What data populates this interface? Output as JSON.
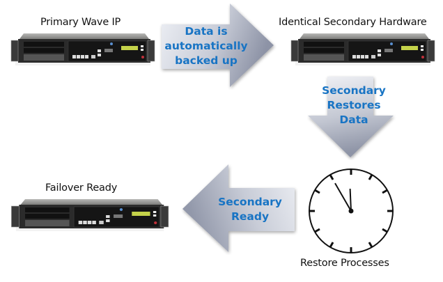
{
  "diagram": {
    "title": "Wave IP failover backup process",
    "nodes": [
      {
        "id": "primary",
        "label": "Primary Wave IP",
        "icon": "rack-server-icon"
      },
      {
        "id": "secondary",
        "label": "Identical Secondary Hardware",
        "icon": "rack-server-icon"
      },
      {
        "id": "restore",
        "label": "Restore Processes",
        "icon": "clock-icon"
      },
      {
        "id": "failover",
        "label": "Failover Ready",
        "icon": "rack-server-icon"
      }
    ],
    "edges": [
      {
        "from": "primary",
        "to": "secondary",
        "direction": "right",
        "label_lines": [
          "Data is",
          "automatically",
          "backed up"
        ]
      },
      {
        "from": "secondary",
        "to": "restore",
        "direction": "down",
        "label_lines": [
          "Secondary",
          "Restores",
          "Data"
        ]
      },
      {
        "from": "restore",
        "to": "failover",
        "direction": "left",
        "label_lines": [
          "Secondary",
          "Ready"
        ]
      }
    ],
    "clock": {
      "hour": 11,
      "minute": 55
    },
    "colors": {
      "arrow_text": "#1874c4",
      "arrow_fill_light": "#e9ecf3",
      "arrow_fill_dark": "#9aa0b2",
      "label_text": "#111111"
    }
  }
}
